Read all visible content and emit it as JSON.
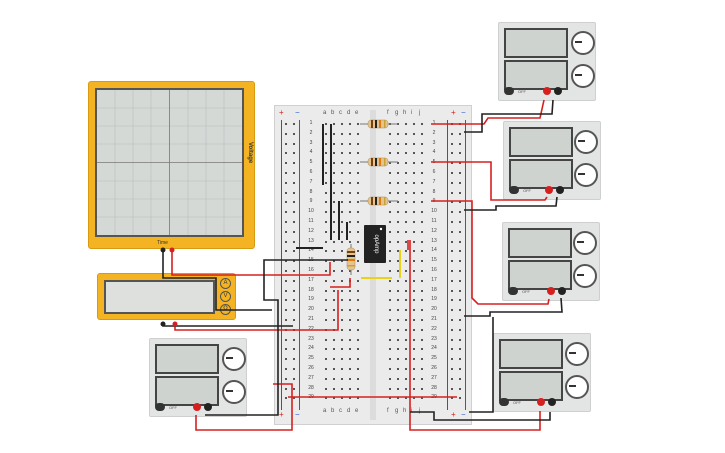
{
  "oscilloscope": {
    "vertical_label": "Voltage",
    "horizontal_label": "Time"
  },
  "multimeter": {
    "buttons": [
      "A",
      "V",
      "Ω"
    ]
  },
  "power_supplies": [
    {
      "id": "psu-1",
      "switch_label": "OFF"
    },
    {
      "id": "psu-2",
      "switch_label": "OFF"
    },
    {
      "id": "psu-3",
      "switch_label": "OFF"
    },
    {
      "id": "psu-4",
      "switch_label": "OFF"
    },
    {
      "id": "psu-5",
      "switch_label": "OFF"
    }
  ],
  "breadboard": {
    "left_columns": [
      "a",
      "b",
      "c",
      "d",
      "e"
    ],
    "right_columns": [
      "f",
      "g",
      "h",
      "i",
      "j"
    ],
    "rail_plus": "+",
    "rail_minus": "−",
    "rows": [
      "1",
      "2",
      "3",
      "4",
      "5",
      "6",
      "7",
      "8",
      "9",
      "10",
      "11",
      "12",
      "13",
      "14",
      "15",
      "16",
      "17",
      "18",
      "19",
      "20",
      "21",
      "22",
      "23",
      "24",
      "25",
      "26",
      "27",
      "28",
      "29"
    ],
    "chip_label": "opAmp"
  },
  "colors": {
    "accent": "#f4b322",
    "wire_red": "#d62020",
    "wire_black": "#222222",
    "wire_yellow": "#e8d21a"
  }
}
